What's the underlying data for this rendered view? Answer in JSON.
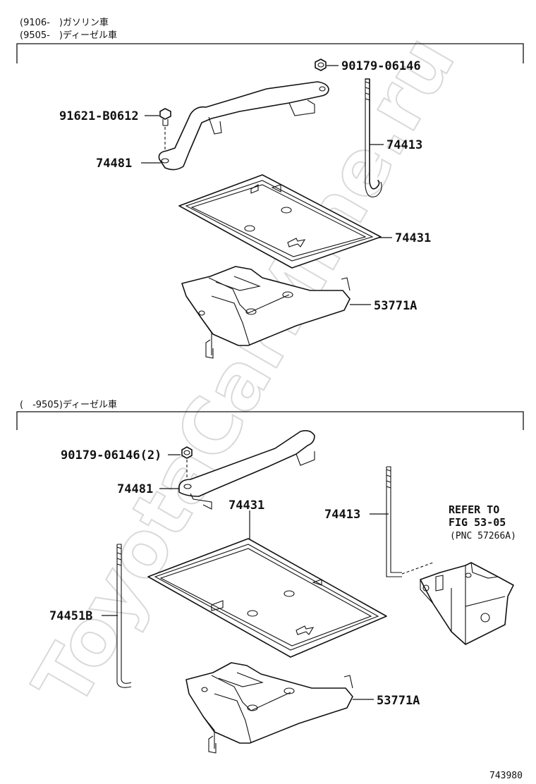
{
  "conditions": {
    "top_gasoline": "(9106-　)ガソリン車",
    "top_diesel": "(9505-　)ディーゼル車",
    "bottom_diesel": "(　-9505)ディーゼル車"
  },
  "top_section": {
    "labels": {
      "nut": "90179-06146",
      "bolt": "91621-B0612",
      "clamp_bar": "74481",
      "rod": "74413",
      "tray": "74431",
      "carrier": "53771A"
    }
  },
  "bottom_section": {
    "labels": {
      "nut": "90179-06146(2)",
      "clamp_bar": "74481",
      "tray": "74431",
      "rod_right": "74413",
      "rod_left": "74451B",
      "carrier": "53771A"
    },
    "reference": {
      "line1": "REFER TO",
      "line2": "FIG 53-05",
      "line3": "(PNC 57266A)"
    }
  },
  "footer": {
    "illustration_code": "743980"
  },
  "watermark": {
    "text": "ToyotaCarMine.ru"
  }
}
